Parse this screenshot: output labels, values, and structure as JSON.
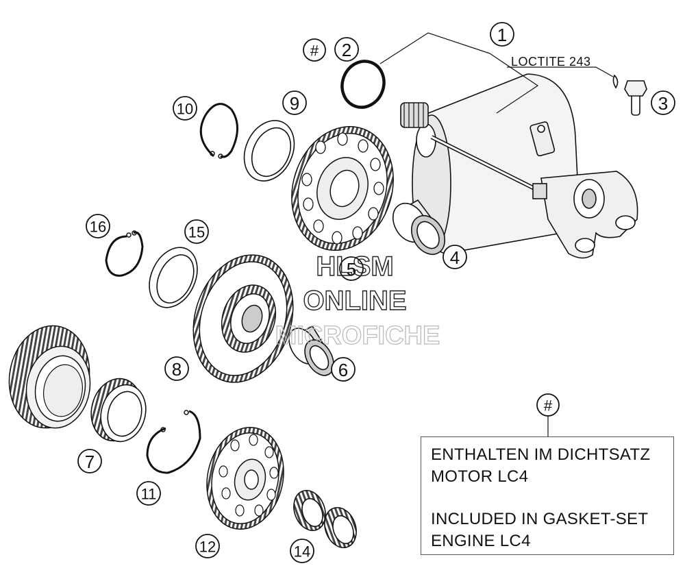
{
  "diagram": {
    "callouts": [
      {
        "id": "c1",
        "label": "1"
      },
      {
        "id": "c2",
        "label": "2"
      },
      {
        "id": "chash",
        "label": "#"
      },
      {
        "id": "c3",
        "label": "3"
      },
      {
        "id": "c4",
        "label": "4"
      },
      {
        "id": "c5",
        "label": "5"
      },
      {
        "id": "c6",
        "label": "6"
      },
      {
        "id": "c7",
        "label": "7"
      },
      {
        "id": "c8",
        "label": "8"
      },
      {
        "id": "c9",
        "label": "9"
      },
      {
        "id": "c10",
        "label": "10"
      },
      {
        "id": "c11",
        "label": "11"
      },
      {
        "id": "c12",
        "label": "12"
      },
      {
        "id": "c14",
        "label": "14"
      },
      {
        "id": "c15",
        "label": "15"
      },
      {
        "id": "c16",
        "label": "16"
      },
      {
        "id": "cnote",
        "label": "#"
      }
    ],
    "loctite_label": "LOCTITE 243",
    "note": {
      "line1": "ENTHALTEN IM DICHTSATZ",
      "line2": "MOTOR LC4",
      "line3": "INCLUDED IN GASKET-SET",
      "line4": "ENGINE LC4"
    },
    "watermark": {
      "line1": "HLSM",
      "line2": "ONLINE",
      "line3": "MICROFICHE"
    }
  }
}
